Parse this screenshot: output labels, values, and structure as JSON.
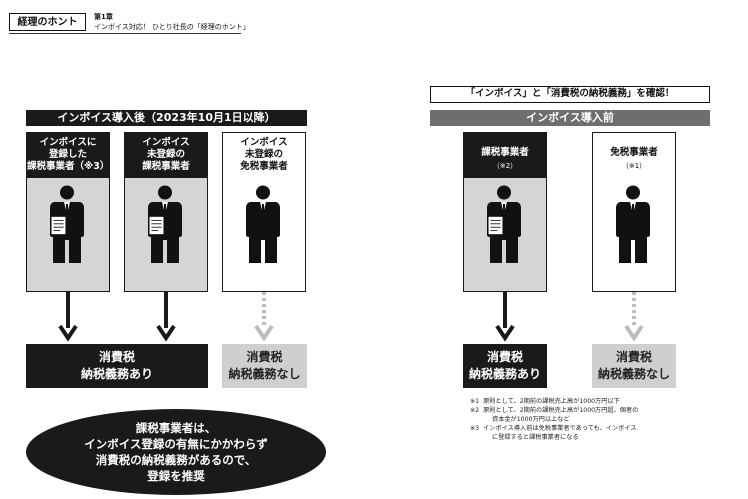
{
  "header": {
    "badge": "経理のホント",
    "chapter": "第1章",
    "subtitle": "インボイス対応！ ひとり社長の「経理のホント」"
  },
  "left": {
    "banner": "インボイス導入後（2023年10月1日以降）",
    "cards": [
      {
        "title": "インボイスに\n登録した\n課税事業者（※3）",
        "style": "dark"
      },
      {
        "title": "インボイス\n未登録の\n課税事業者",
        "style": "dark"
      },
      {
        "title": "インボイス\n未登録の\n免税事業者",
        "style": "light"
      }
    ],
    "results": [
      {
        "text": "消費税\n納税義務あり",
        "style": "dark"
      },
      {
        "text": "消費税\n納税義務なし",
        "style": "light"
      }
    ],
    "oval": {
      "lines": [
        "課税事業者は、",
        "インボイス登録の有無にかかわらず",
        "消費税の納税義務があるので、",
        "登録を推奨"
      ]
    }
  },
  "right": {
    "confirm_banner": "「インボイス」と「消費税の納税義務」を確認！",
    "banner": "インボイス導入前",
    "cards": [
      {
        "title": "課税事業者",
        "note": "（※2）",
        "style": "dark"
      },
      {
        "title": "免税事業者",
        "note": "（※1）",
        "style": "light"
      }
    ],
    "results": [
      {
        "text": "消費税\n納税義務あり",
        "style": "dark"
      },
      {
        "text": "消費税\n納税義務なし",
        "style": "light"
      }
    ],
    "notes": [
      {
        "mark": "※1",
        "text": "原則として、2期前の課税売上高が1000万円以下"
      },
      {
        "mark": "※2",
        "text": "原則として、2期前の課税売上高が1000万円超、個者の"
      },
      {
        "mark": "",
        "text": "資本金が1000万円以上など"
      },
      {
        "mark": "※3",
        "text": "インボイス導入前は免税事業者であっても、インボイス"
      },
      {
        "mark": "",
        "text": "に登録すると課税事業者になる"
      }
    ]
  },
  "colors": {
    "dark": "#1a1a1a",
    "gray_banner": "#6e6e6e",
    "light_gray": "#d5d5d5",
    "arrow_dotted": "#bdbdbd"
  }
}
